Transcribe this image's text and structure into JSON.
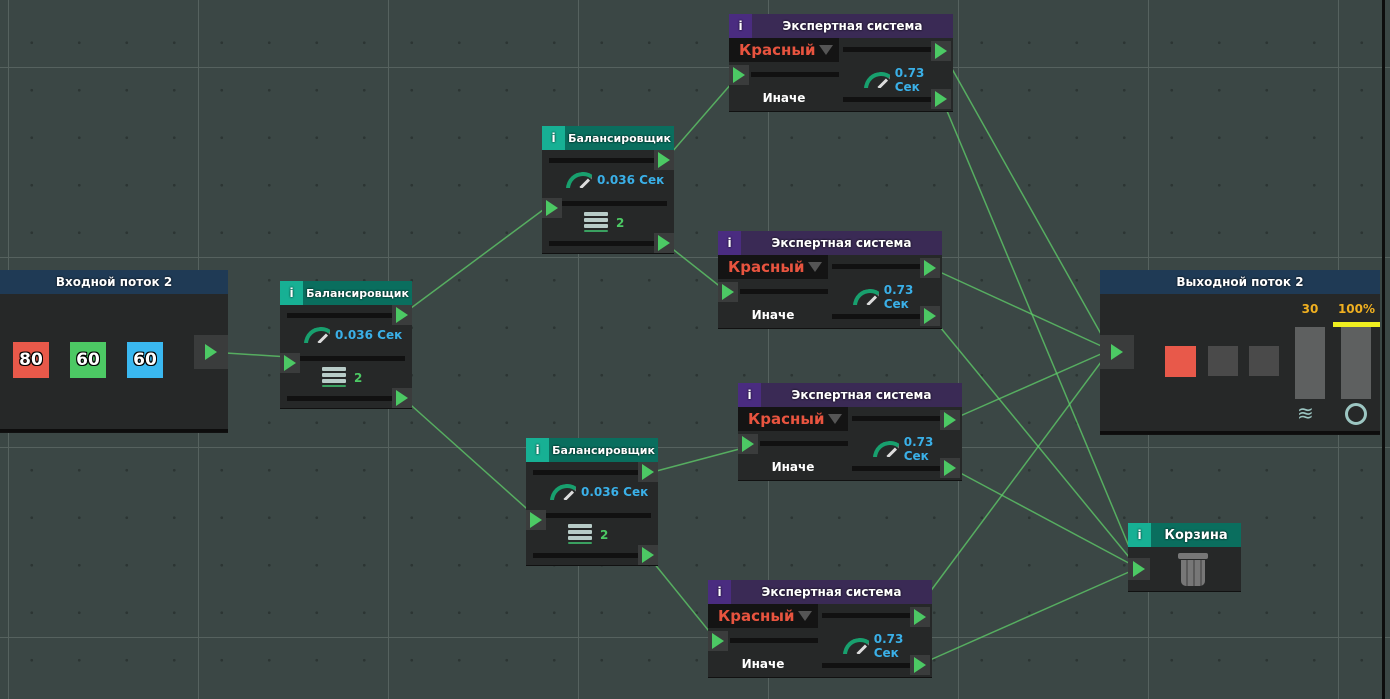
{
  "input": {
    "title": "Входной поток 2",
    "chips": [
      {
        "value": "80",
        "color": "#e8594a"
      },
      {
        "value": "60",
        "color": "#4cc964"
      },
      {
        "value": "60",
        "color": "#3ab8f0"
      }
    ]
  },
  "balancers": [
    {
      "title": "Балансировщик",
      "info": "i",
      "time": "0.036 Сек",
      "servers": "2"
    },
    {
      "title": "Балансировщик",
      "info": "i",
      "time": "0.036 Сек",
      "servers": "2"
    },
    {
      "title": "Балансировщик",
      "info": "i",
      "time": "0.036 Сек",
      "servers": "2"
    }
  ],
  "experts": [
    {
      "title": "Экспертная система",
      "info": "i",
      "selected": "Красный",
      "time": "0.73 Сек",
      "else": "Иначе"
    },
    {
      "title": "Экспертная система",
      "info": "i",
      "selected": "Красный",
      "time": "0.73 Сек",
      "else": "Иначе"
    },
    {
      "title": "Экспертная система",
      "info": "i",
      "selected": "Красный",
      "time": "0.73 Сек",
      "else": "Иначе"
    },
    {
      "title": "Экспертная система",
      "info": "i",
      "selected": "Красный",
      "time": "0.73 Сек",
      "else": "Иначе"
    }
  ],
  "output": {
    "title": "Выходной поток 2",
    "count": "30",
    "percent": "100%",
    "progress": 1.0,
    "slots": [
      "#e8594a",
      "#4a4a4a",
      "#4a4a4a"
    ]
  },
  "trash": {
    "title": "Корзина",
    "info": "i"
  },
  "colors": {
    "balancer": "#0a6e5e",
    "expert": "#3a2a55",
    "io": "#1f3a55",
    "wire": "#5fd06a"
  }
}
